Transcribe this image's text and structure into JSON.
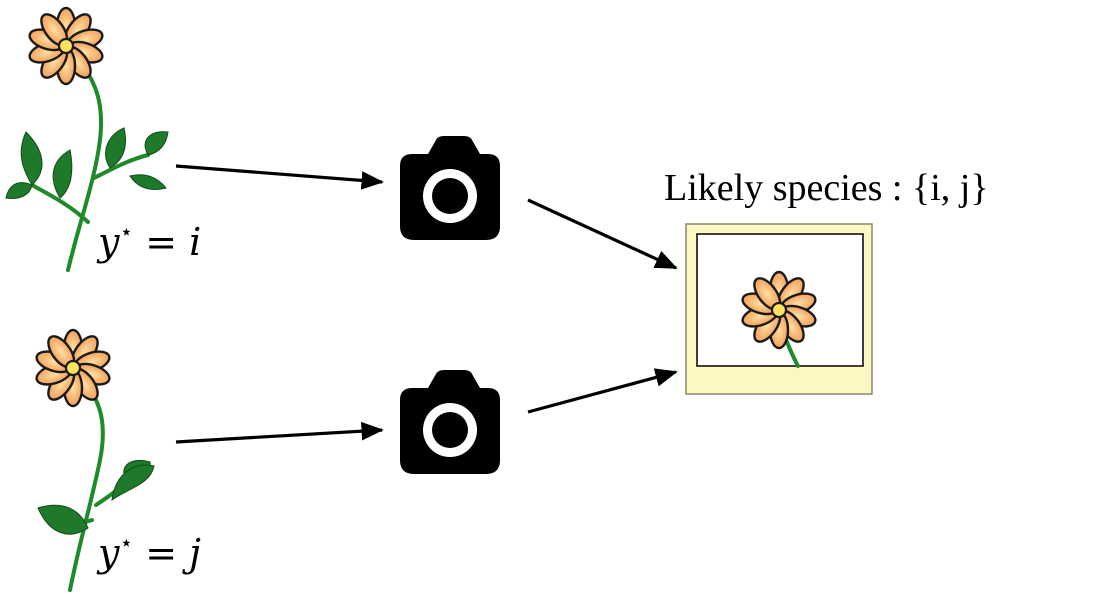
{
  "flower_top": {
    "label_var": "y",
    "label_sup": "⋆",
    "label_eq": "=",
    "label_val": "i"
  },
  "flower_bottom": {
    "label_var": "y",
    "label_sup": "⋆",
    "label_eq": "=",
    "label_val": "j"
  },
  "output": {
    "caption": "Likely species : {i, j}"
  },
  "icons": [
    "flower-icon",
    "camera-icon",
    "photo-icon",
    "arrow-icon"
  ],
  "colors": {
    "petal": "#f3954d",
    "petal_light": "#fcd28f",
    "center": "#ffe35a",
    "stem": "#1e8a2a",
    "leaf": "#1e7a2a",
    "photo_frame": "#fdf7c3",
    "camera": "#000000"
  }
}
